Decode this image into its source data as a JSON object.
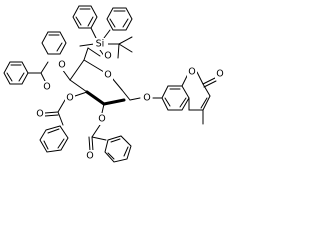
{
  "molecule": {
    "atom_labels": {
      "silicon": "Si",
      "silyl_ether_oxygen": "O",
      "ester_oxygen_c4": "O",
      "ester_carbonyl_c4": "O",
      "ester_oxygen_c3": "O",
      "ester_carbonyl_c3": "O",
      "ring_oxygen": "O",
      "ester_oxygen_c2": "O",
      "ester_carbonyl_c2": "O",
      "glycosidic_oxygen": "O",
      "lactone_ring_oxygen": "O",
      "lactone_carbonyl_oxygen": "O"
    }
  }
}
